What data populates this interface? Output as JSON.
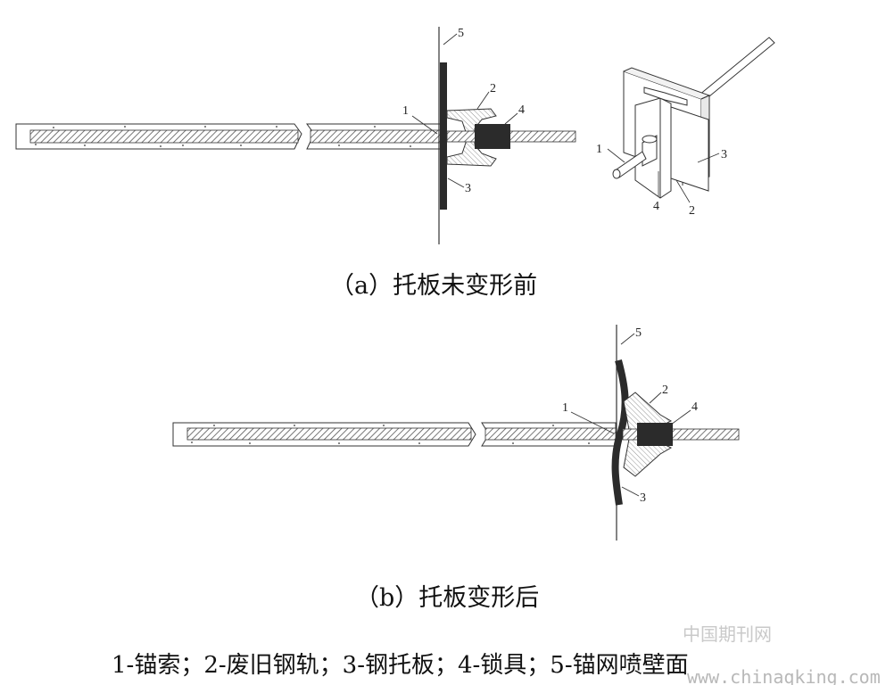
{
  "diagram_a": {
    "caption": "（a）托板未变形前",
    "labels": {
      "n1": "1",
      "n2": "2",
      "n3": "3",
      "n4": "4",
      "n5": "5"
    },
    "iso_labels": {
      "n1": "1",
      "n2": "2",
      "n3": "3",
      "n4": "4"
    }
  },
  "diagram_b": {
    "caption": "（b）托板变形后",
    "labels": {
      "n1": "1",
      "n2": "2",
      "n3": "3",
      "n4": "4",
      "n5": "5"
    }
  },
  "legend": "1-锚索；2-废旧钢轨；3-钢托板；4-锁具；5-锚网喷壁面",
  "watermark": {
    "cn": "中国期刊网",
    "url": "www.chinaqking.com"
  },
  "colors": {
    "ink": "#222222",
    "plate": "#2b2b2b",
    "hatch": "#555555"
  }
}
